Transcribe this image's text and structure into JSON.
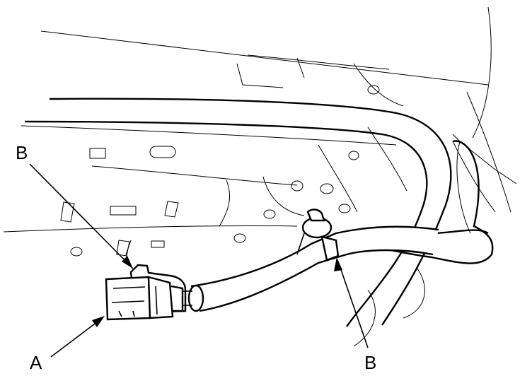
{
  "callouts": {
    "a_label": "A",
    "b_label_left": "B",
    "b_label_bottom": "B"
  },
  "colors": {
    "line": "#000000",
    "background": "#ffffff"
  }
}
